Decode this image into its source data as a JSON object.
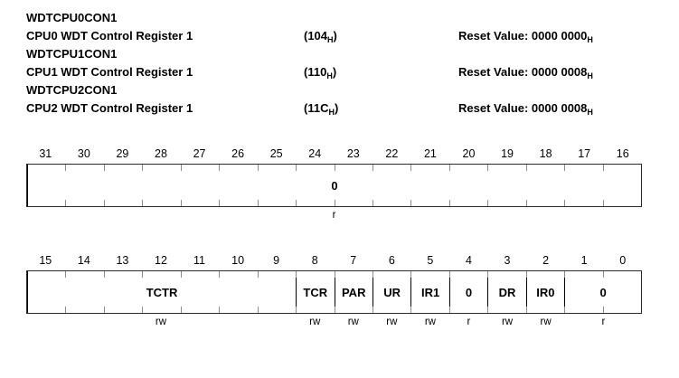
{
  "registers": [
    {
      "name": "WDTCPU0CON1",
      "description": "CPU0 WDT Control Register 1",
      "offset": "(104",
      "offset_sub": "H",
      "offset_close": ")",
      "reset_label": "Reset Value: 0000 0000",
      "reset_sub": "H"
    },
    {
      "name": "WDTCPU1CON1",
      "description": "CPU1 WDT Control Register 1",
      "offset": "(110",
      "offset_sub": "H",
      "offset_close": ")",
      "reset_label": "Reset Value: 0000 0008",
      "reset_sub": "H"
    },
    {
      "name": "WDTCPU2CON1",
      "description": "CPU2 WDT Control Register 1",
      "offset": "(11C",
      "offset_sub": "H",
      "offset_close": ")",
      "reset_label": "Reset Value: 0000 0008",
      "reset_sub": "H"
    }
  ],
  "upper": {
    "bit_numbers": [
      "31",
      "30",
      "29",
      "28",
      "27",
      "26",
      "25",
      "24",
      "23",
      "22",
      "21",
      "20",
      "19",
      "18",
      "17",
      "16"
    ],
    "fields": [
      {
        "label": "0",
        "span": 16,
        "access": "r"
      }
    ]
  },
  "lower": {
    "bit_numbers": [
      "15",
      "14",
      "13",
      "12",
      "11",
      "10",
      "9",
      "8",
      "7",
      "6",
      "5",
      "4",
      "3",
      "2",
      "1",
      "0"
    ],
    "fields": [
      {
        "label": "TCTR",
        "span": 7,
        "access": "rw"
      },
      {
        "label": "TCR",
        "span": 1,
        "access": "rw"
      },
      {
        "label": "PAR",
        "span": 1,
        "access": "rw"
      },
      {
        "label": "UR",
        "span": 1,
        "access": "rw"
      },
      {
        "label": "IR1",
        "span": 1,
        "access": "rw"
      },
      {
        "label": "0",
        "span": 1,
        "access": "r"
      },
      {
        "label": "DR",
        "span": 1,
        "access": "rw"
      },
      {
        "label": "IR0",
        "span": 1,
        "access": "rw"
      },
      {
        "label": "0",
        "span": 2,
        "access": "r"
      }
    ]
  }
}
